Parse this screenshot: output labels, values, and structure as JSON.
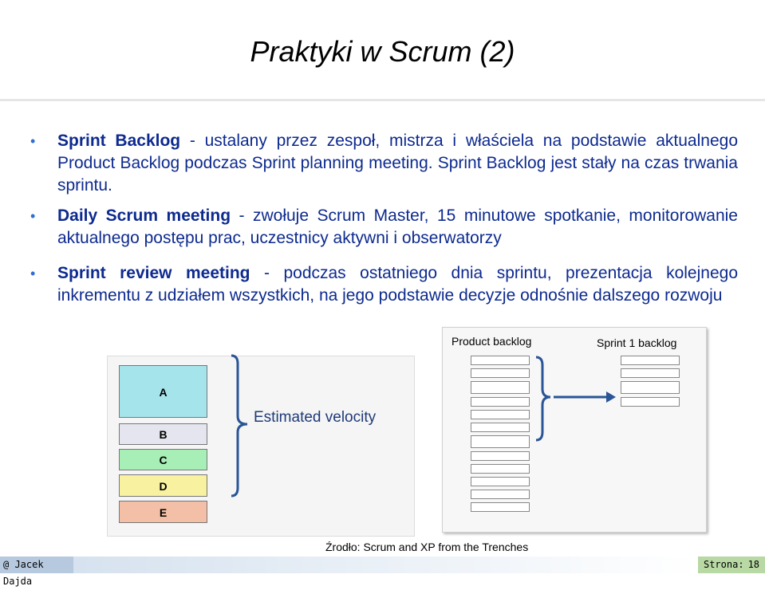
{
  "title": "Praktyki w Scrum (2)",
  "bullets": [
    {
      "term": "Sprint Backlog",
      "text": " - ustalany przez zespoł, mistrza i właściela na podstawie aktualnego Product Backlog podczas Sprint planning meeting. Sprint Backlog jest stały na czas trwania sprintu."
    },
    {
      "term": "Daily Scrum meeting",
      "text": " - zwołuje Scrum Master, 15 minutowe spotkanie, monitorowanie aktualnego postępu prac, uczestnicy aktywni i obserwatorzy"
    },
    {
      "term": "Sprint review meeting",
      "text": " - podczas ostatniego dnia sprintu, prezentacja kolejnego inkrementu z udziałem wszystkich, na jego podstawie decyzje odnośnie dalszego rozwoju"
    }
  ],
  "bullet_glyph": "•",
  "figure_left": {
    "blocks": [
      {
        "label": "A",
        "color": "#a6e4ec"
      },
      {
        "label": "B",
        "color": "#e5e5f0"
      },
      {
        "label": "C",
        "color": "#a8efb7"
      },
      {
        "label": "D",
        "color": "#f7f1a0"
      },
      {
        "label": "E",
        "color": "#f3bfa6"
      }
    ],
    "velocity_label": "Estimated velocity"
  },
  "figure_right": {
    "product_backlog_title": "Product backlog",
    "sprint_backlog_title": "Sprint 1 backlog"
  },
  "source": "Źrodło: Scrum and XP from the Trenches",
  "footer": {
    "author": "@ Jacek Dajda",
    "page_label": "Strona:",
    "page_number": "18"
  }
}
